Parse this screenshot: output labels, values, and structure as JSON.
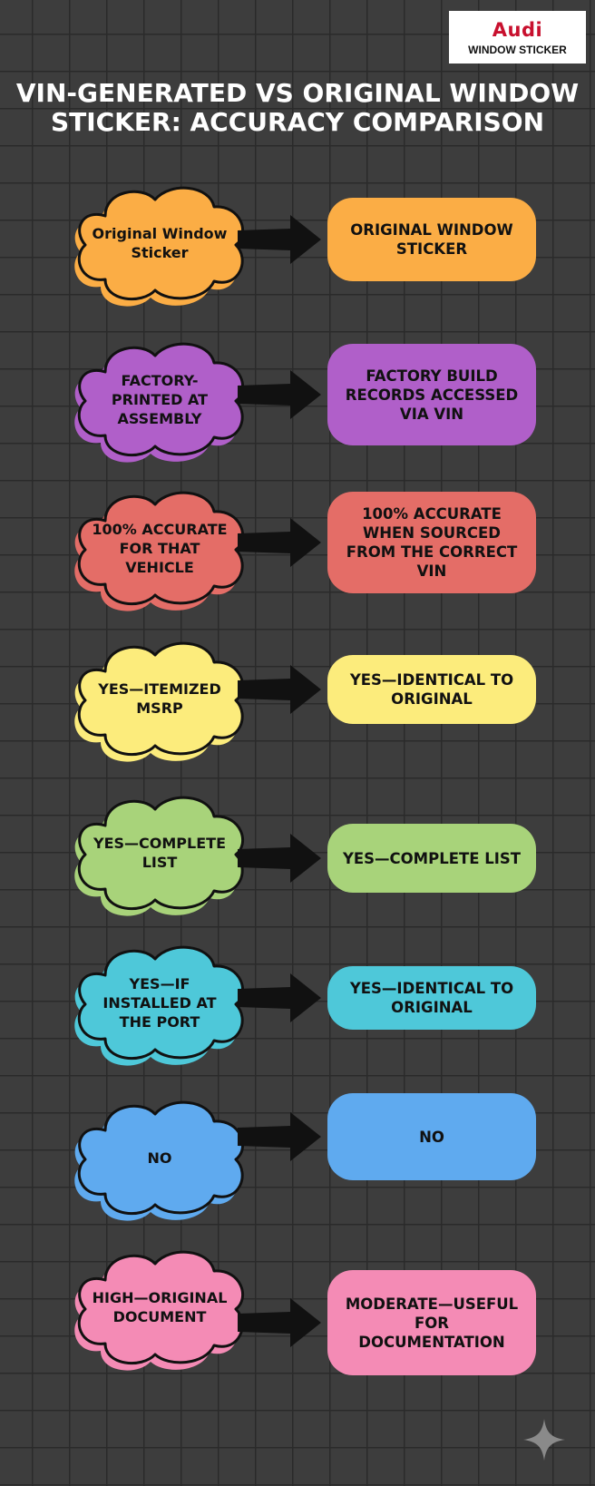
{
  "logo": {
    "brand": "Audi",
    "subtitle": "WINDOW STICKER",
    "brand_color": "#c8102e"
  },
  "title": "VIN-GENERATED VS ORIGINAL WINDOW STICKER: ACCURACY COMPARISON",
  "rows": [
    {
      "left": "Original Window Sticker",
      "right": "ORIGINAL WINDOW STICKER",
      "color": "#fbad45"
    },
    {
      "left": "FACTORY-PRINTED AT ASSEMBLY",
      "right": "FACTORY BUILD RECORDS ACCESSED VIA VIN",
      "color": "#b05fc9"
    },
    {
      "left": "100% ACCURATE FOR THAT VEHICLE",
      "right": "100% ACCURATE WHEN SOURCED FROM THE CORRECT VIN",
      "color": "#e46d67"
    },
    {
      "left": "YES—ITEMIZED MSRP",
      "right": "YES—IDENTICAL TO ORIGINAL",
      "color": "#fcec7c"
    },
    {
      "left": "YES—COMPLETE LIST",
      "right": "YES—COMPLETE LIST",
      "color": "#a8d37a"
    },
    {
      "left": "YES—IF INSTALLED AT THE PORT",
      "right": "YES—IDENTICAL TO ORIGINAL",
      "color": "#4ec8d9"
    },
    {
      "left": "NO",
      "right": "NO",
      "color": "#5faaef"
    },
    {
      "left": "HIGH—ORIGINAL DOCUMENT",
      "right": "MODERATE—USEFUL FOR DOCUMENTATION",
      "color": "#f48bb5"
    }
  ]
}
